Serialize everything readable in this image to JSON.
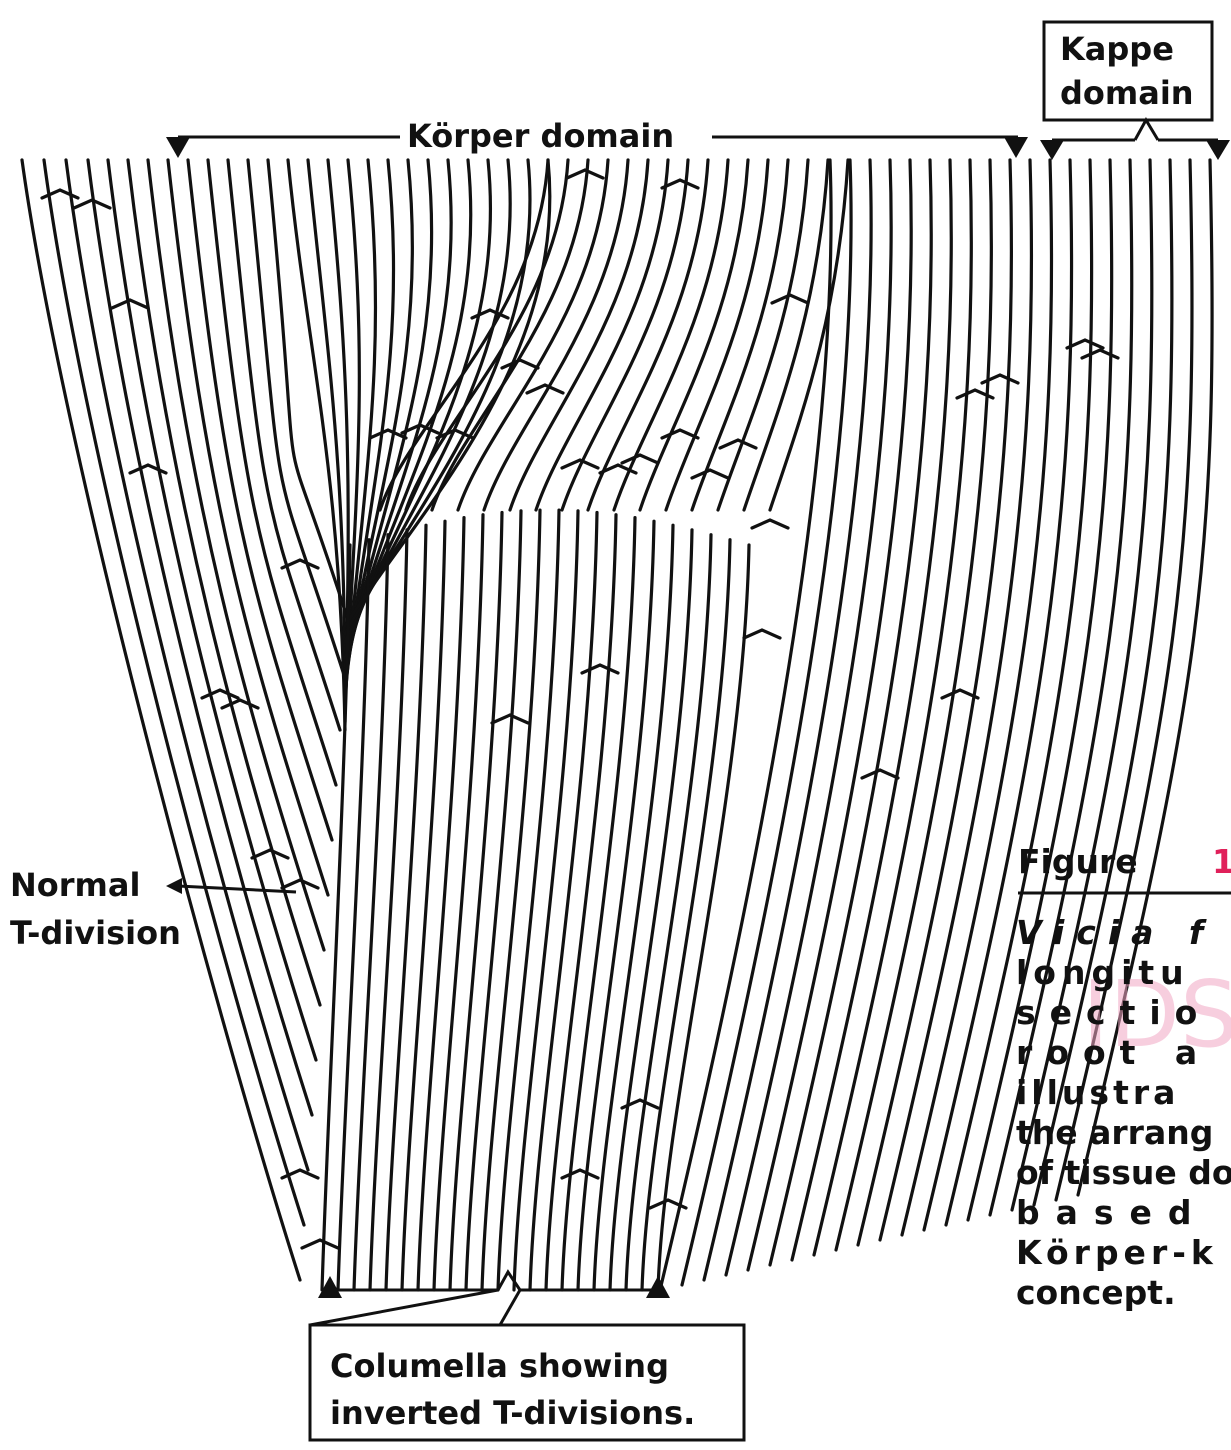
{
  "labels": {
    "kappe_line1": "Kappe",
    "kappe_line2": "domain",
    "korper": "Körper domain",
    "normal_line1": "Normal",
    "normal_line2": "T-division",
    "columella_line1": "Columella showing",
    "columella_line2": "inverted T-divisions."
  },
  "caption": {
    "figure_word": "Figure",
    "figure_number": "1",
    "lines": [
      "Vicia f",
      "longitu",
      "sectio",
      "root a",
      "illustra",
      "the arrang",
      "of tissue do",
      "based",
      "Körper-k",
      "concept."
    ]
  },
  "watermark": "IDS",
  "colors": {
    "ink": "#111111",
    "figure_number": "#e0205a",
    "watermark": "#f2a7c4"
  }
}
